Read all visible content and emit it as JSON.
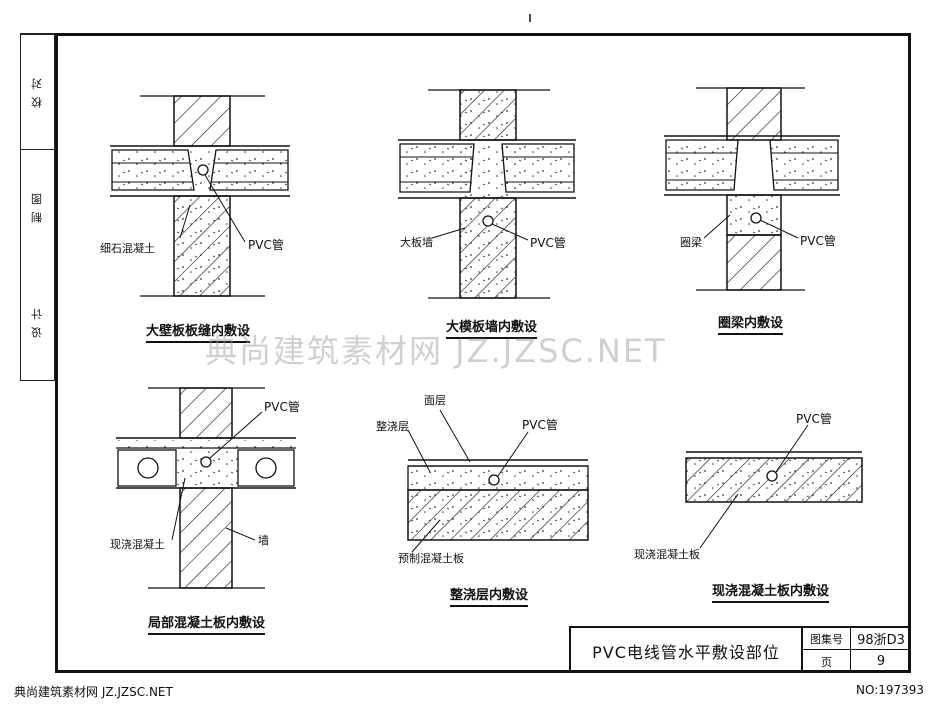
{
  "sidebar": {
    "cells": [
      "设 计",
      "制 图",
      "校 对"
    ]
  },
  "diagrams": [
    {
      "caption": "大壁板板缝内敷设",
      "labels": [
        "细石混凝土",
        "PVC管"
      ]
    },
    {
      "caption": "大模板墙内敷设",
      "labels": [
        "大板墙",
        "PVC管"
      ]
    },
    {
      "caption": "圈梁内敷设",
      "labels": [
        "圈梁",
        "PVC管"
      ]
    },
    {
      "caption": "局部混凝土板内敷设",
      "labels": [
        "PVC管",
        "现浇混凝土",
        "墙"
      ]
    },
    {
      "caption": "整浇层内敷设",
      "labels": [
        "面层",
        "整浇层",
        "PVC管",
        "预制混凝土板"
      ]
    },
    {
      "caption": "现浇混凝土板内敷设",
      "labels": [
        "PVC管",
        "现浇混凝土板"
      ]
    }
  ],
  "title_block": {
    "title": "PVC电线管水平敷设部位",
    "atlas_label": "图集号",
    "atlas_value": "98浙D3",
    "page_label": "页",
    "page_value": "9"
  },
  "watermark": "典尚建筑素材网 JZ.JZSC.NET",
  "footer": {
    "left": "典尚建筑素材网 JZ.JZSC.NET",
    "right": "NO:197393"
  }
}
